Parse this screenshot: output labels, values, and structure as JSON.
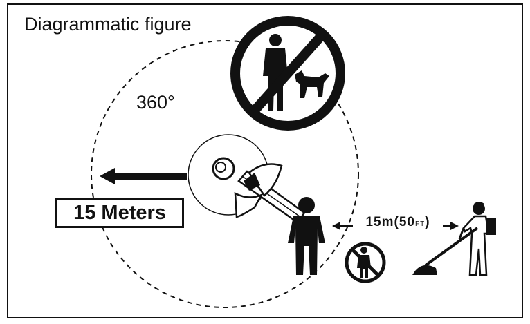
{
  "figure": {
    "title": "Diagrammatic figure",
    "rotation_label": "360°",
    "safety_distance_label": "15 Meters",
    "operator_distance": {
      "value": "15m",
      "paren_open": "(",
      "feet": "50",
      "unit": "FT",
      "paren_close": ")"
    }
  },
  "colors": {
    "ink": "#111111",
    "background": "#ffffff"
  },
  "icons": [
    "no-people-or-pets-icon",
    "small-no-people-icon",
    "trimmer-head-icon",
    "thrown-debris-arrow-icon",
    "bystander-figure-icon",
    "operator-with-trimmer-icon"
  ]
}
